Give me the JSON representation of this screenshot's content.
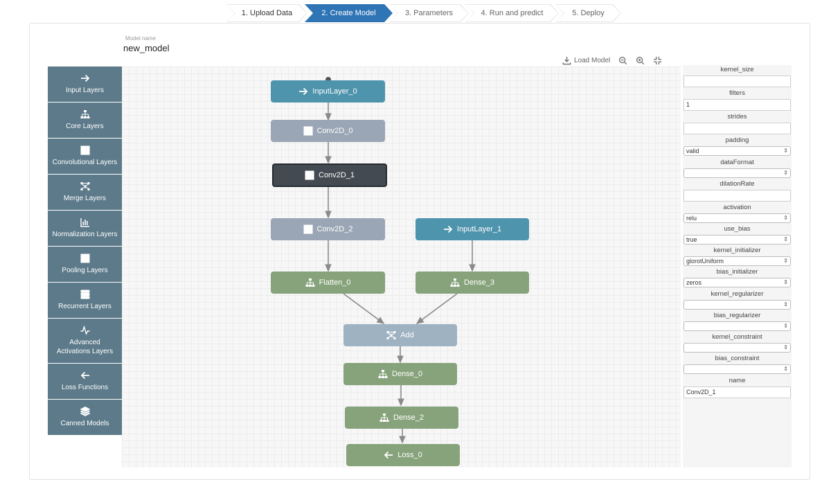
{
  "steps": [
    {
      "label": "1. Upload Data",
      "state": "done"
    },
    {
      "label": "2. Create Model",
      "state": "active"
    },
    {
      "label": "3. Parameters",
      "state": "todo"
    },
    {
      "label": "4. Run and predict",
      "state": "todo"
    },
    {
      "label": "5. Deploy",
      "state": "todo"
    }
  ],
  "model": {
    "name_label": "Model name",
    "name": "new_model"
  },
  "toolbar": {
    "load_label": "Load Model"
  },
  "sidebar": {
    "items": [
      {
        "label": "Input Layers",
        "icon": "arrow-right-icon"
      },
      {
        "label": "Core Layers",
        "icon": "hierarchy-icon"
      },
      {
        "label": "Convolutional Layers",
        "icon": "grid-icon"
      },
      {
        "label": "Merge Layers",
        "icon": "merge-icon"
      },
      {
        "label": "Normalization Layers",
        "icon": "bar-chart-icon"
      },
      {
        "label": "Pooling Layers",
        "icon": "squares-icon"
      },
      {
        "label": "Recurrent Layers",
        "icon": "stack-icon"
      },
      {
        "label": "Advanced Activations Layers",
        "icon": "pulse-icon"
      },
      {
        "label": "Loss Functions",
        "icon": "arrow-left-icon"
      },
      {
        "label": "Canned Models",
        "icon": "layers-icon"
      }
    ]
  },
  "graph": {
    "nodes": [
      {
        "id": "InputLayer_0",
        "label": "InputLayer_0",
        "kind": "input"
      },
      {
        "id": "Conv2D_0",
        "label": "Conv2D_0",
        "kind": "conv"
      },
      {
        "id": "Conv2D_1",
        "label": "Conv2D_1",
        "kind": "conv",
        "selected": true
      },
      {
        "id": "Conv2D_2",
        "label": "Conv2D_2",
        "kind": "conv"
      },
      {
        "id": "InputLayer_1",
        "label": "InputLayer_1",
        "kind": "input"
      },
      {
        "id": "Flatten_0",
        "label": "Flatten_0",
        "kind": "core"
      },
      {
        "id": "Dense_3",
        "label": "Dense_3",
        "kind": "core"
      },
      {
        "id": "Add",
        "label": "Add",
        "kind": "merge"
      },
      {
        "id": "Dense_0",
        "label": "Dense_0",
        "kind": "core"
      },
      {
        "id": "Dense_2",
        "label": "Dense_2",
        "kind": "core"
      },
      {
        "id": "Loss_0",
        "label": "Loss_0",
        "kind": "loss"
      }
    ],
    "edges": [
      [
        "InputLayer_0",
        "Conv2D_0"
      ],
      [
        "Conv2D_0",
        "Conv2D_1"
      ],
      [
        "Conv2D_1",
        "Conv2D_2"
      ],
      [
        "Conv2D_2",
        "Flatten_0"
      ],
      [
        "InputLayer_1",
        "Dense_3"
      ],
      [
        "Flatten_0",
        "Add"
      ],
      [
        "Dense_3",
        "Add"
      ],
      [
        "Add",
        "Dense_0"
      ],
      [
        "Dense_0",
        "Dense_2"
      ],
      [
        "Dense_2",
        "Loss_0"
      ]
    ]
  },
  "props": {
    "fields": [
      {
        "label": "kernel_size",
        "type": "input",
        "value": ""
      },
      {
        "label": "filters",
        "type": "input",
        "value": "1"
      },
      {
        "label": "strides",
        "type": "input",
        "value": ""
      },
      {
        "label": "padding",
        "type": "select",
        "value": "valid"
      },
      {
        "label": "dataFormat",
        "type": "select",
        "value": ""
      },
      {
        "label": "dilationRate",
        "type": "input",
        "value": ""
      },
      {
        "label": "activation",
        "type": "select",
        "value": "relu"
      },
      {
        "label": "use_bias",
        "type": "select",
        "value": "true"
      },
      {
        "label": "kernel_initializer",
        "type": "select",
        "value": "glorotUniform"
      },
      {
        "label": "bias_initializer",
        "type": "select",
        "value": "zeros"
      },
      {
        "label": "kernel_regularizer",
        "type": "select",
        "value": ""
      },
      {
        "label": "bias_regularizer",
        "type": "select",
        "value": ""
      },
      {
        "label": "kernel_constraint",
        "type": "select",
        "value": ""
      },
      {
        "label": "bias_constraint",
        "type": "select",
        "value": ""
      },
      {
        "label": "name",
        "type": "input",
        "value": "Conv2D_1"
      }
    ]
  },
  "colors": {
    "accent": "#2f74b5",
    "sidebar": "#5d7a8a",
    "input_node": "#4f94ad",
    "conv_node": "#9aa6b5",
    "core_node": "#87a37b",
    "selected_node": "#434a52"
  }
}
